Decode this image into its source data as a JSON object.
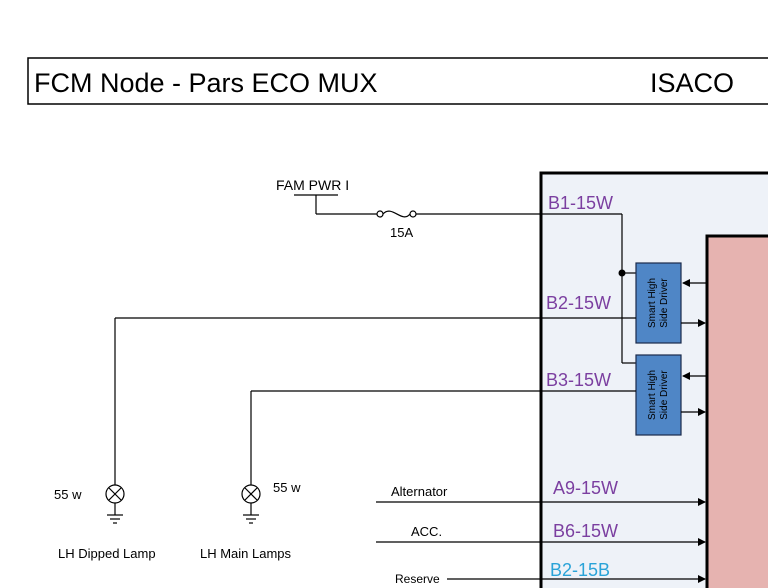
{
  "header": {
    "title": "FCM Node - Pars ECO MUX",
    "brand": "ISACO"
  },
  "supply": {
    "label": "FAM PWR I",
    "fuse_rating": "15A"
  },
  "pins": {
    "b1": "B1-15W",
    "b2": "B2-15W",
    "b3": "B3-15W",
    "a9": "A9-15W",
    "b6": "B6-15W",
    "b2b": "B2-15B"
  },
  "drivers": {
    "driver1": [
      "Smart High",
      "Side Driver"
    ],
    "driver2": [
      "Smart High",
      "Side Driver"
    ]
  },
  "lamps": {
    "dipped": {
      "power": "55 w",
      "name": "LH Dipped Lamp"
    },
    "main": {
      "power": "55 w",
      "name": "LH Main Lamps"
    }
  },
  "inputs": {
    "alternator": "Alternator",
    "acc": "ACC.",
    "reserve": "Reserve"
  },
  "colors": {
    "pin_purple": "#7b3fa0",
    "pin_blue": "#2aa3d8",
    "module_fill": "#eef2f8",
    "mcu_fill": "#e6b3b0",
    "driver_fill": "#4f86c6"
  }
}
